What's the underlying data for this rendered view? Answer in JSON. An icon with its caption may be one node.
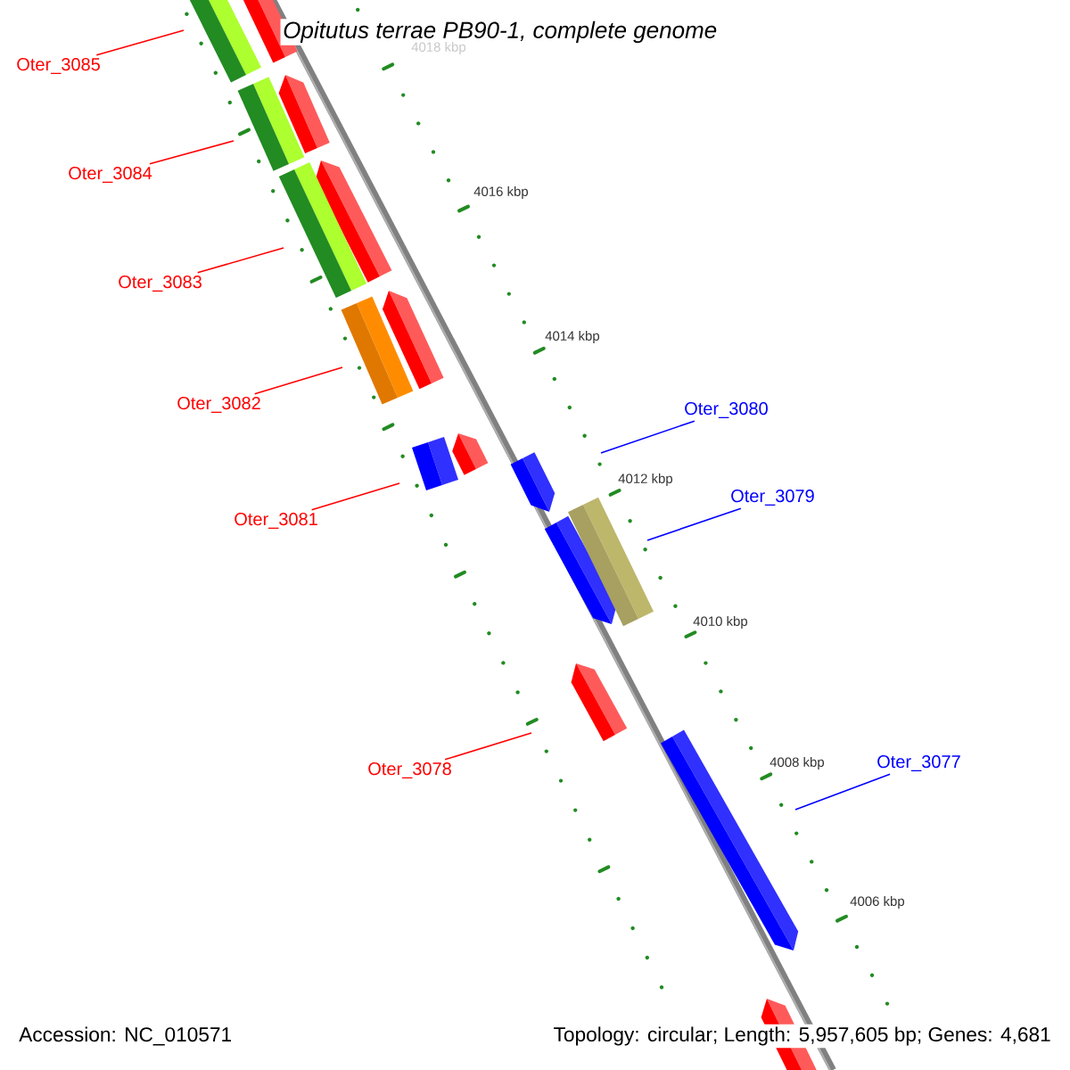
{
  "diagram": {
    "title": "Opitutus terrae PB90-1, complete genome",
    "nodes": [
      {
        "text": [
          "Oter_3085"
        ]
      },
      {
        "text": [
          "Oter_3084"
        ]
      },
      {
        "text": [
          "Oter_3083"
        ]
      },
      {
        "text": [
          "Oter_3082"
        ]
      },
      {
        "text": [
          "Oter_3081"
        ]
      },
      {
        "text": [
          "Oter_3078"
        ]
      },
      {
        "text": [
          "Oter_3080"
        ]
      },
      {
        "text": [
          "Oter_3079"
        ]
      },
      {
        "text": [
          "Oter_3077"
        ]
      }
    ],
    "edges": [
      {
        "from": 0,
        "to": null,
        "arrow": "none"
      },
      {
        "from": 1,
        "to": null,
        "arrow": "none"
      },
      {
        "from": 2,
        "to": null,
        "arrow": "none"
      },
      {
        "from": 3,
        "to": null,
        "arrow": "none"
      },
      {
        "from": 4,
        "to": null,
        "arrow": "none"
      },
      {
        "from": 5,
        "to": null,
        "arrow": "none"
      },
      {
        "from": 6,
        "to": null,
        "arrow": "none",
        "color": "#0000ff"
      },
      {
        "from": 7,
        "to": null,
        "arrow": "none",
        "color": "#0000ff"
      },
      {
        "from": 8,
        "to": null,
        "arrow": "none",
        "color": "#0000ff"
      }
    ],
    "labels": [
      "4018 kbp",
      "4016 kbp",
      "4014 kbp",
      "4012 kbp",
      "4010 kbp",
      "4008 kbp",
      "4006 kbp",
      "Accession: NC_010571",
      "Topology: circular; Length: 5,957,605 bp; Genes: 4,681"
    ]
  }
}
